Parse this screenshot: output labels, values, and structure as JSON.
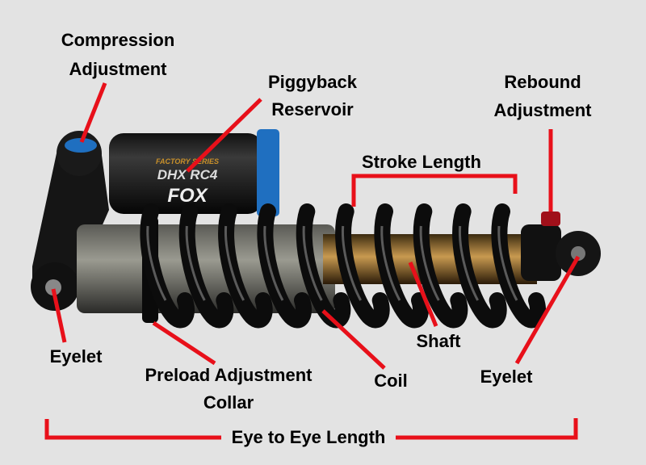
{
  "labels": {
    "compression": [
      "Compression",
      "Adjustment"
    ],
    "piggyback": [
      "Piggyback",
      "Reservoir"
    ],
    "rebound": [
      "Rebound",
      "Adjustment"
    ],
    "stroke": "Stroke Length",
    "eyelet_left": "Eyelet",
    "preload": [
      "Preload Adjustment",
      "Collar"
    ],
    "coil": "Coil",
    "shaft": "Shaft",
    "eyelet_right": "Eyelet",
    "eye_to_eye": "Eye to Eye Length"
  },
  "branding": {
    "series": "FACTORY SERIES",
    "model": "DHX RC4",
    "brand": "FOX"
  },
  "colors": {
    "background": "#e3e3e3",
    "leader": "#e8101a",
    "accent_blue": "#1f6fc0"
  }
}
